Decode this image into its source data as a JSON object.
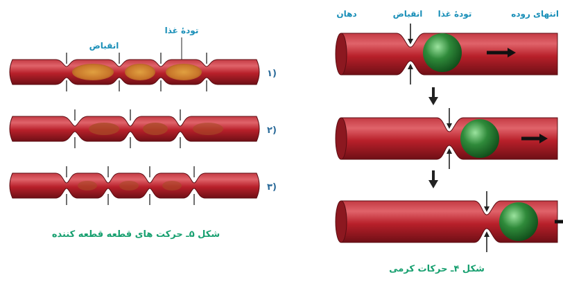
{
  "right_figure": {
    "labels": {
      "intestine_end": "انتهای روده",
      "food_mass": "تودهٔ غذا",
      "contraction": "انقباض",
      "mouth": "دهان"
    },
    "caption": "شکل ۴ـ حرکات کرمی"
  },
  "left_figure": {
    "labels": {
      "contraction": "انقباض",
      "food_mass": "تودهٔ غذا"
    },
    "row_numbers": [
      "۱)",
      "۲)",
      "۳)"
    ],
    "caption": "شکل ۵ـ حرکت های قطعه قطعه کننده"
  },
  "colors": {
    "tube": "#b8202a",
    "tube_shadow": "#7a1018",
    "tube_highlight": "#e0636a",
    "food_mass": "#2f8a3a",
    "label": "#1a8fb8",
    "caption": "#18a070"
  }
}
